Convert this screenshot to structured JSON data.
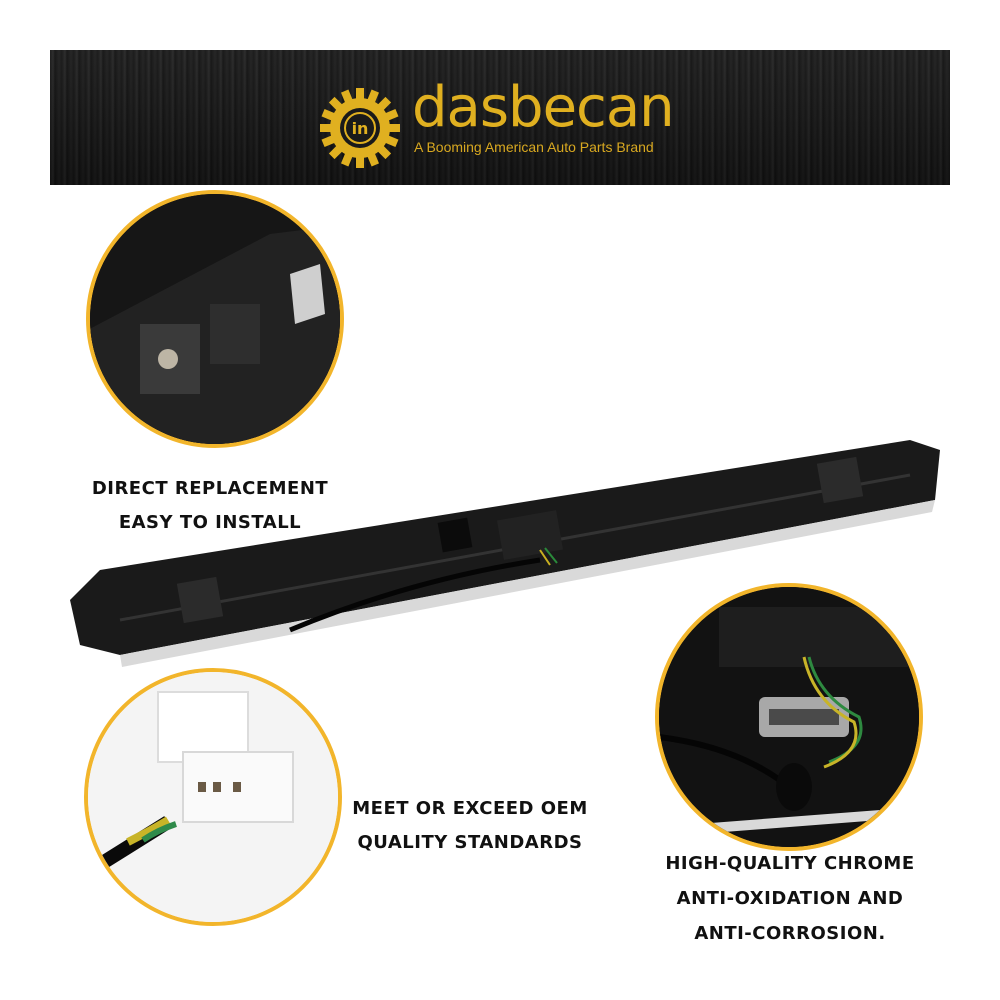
{
  "brand": {
    "name": "dasbecan",
    "tagline": "A Booming American Auto Parts Brand",
    "gear_text": "in",
    "accent_color": "#e0b020"
  },
  "features": {
    "direct": {
      "line1": "DIRECT REPLACEMENT",
      "line2": "EASY TO INSTALL"
    },
    "quality": {
      "line1": "MEET OR EXCEED OEM",
      "line2": "QUALITY STANDARDS"
    },
    "chrome": {
      "line1": "HIGH-QUALITY CHROME",
      "line2": "ANTI-OXIDATION AND",
      "line3": "ANTI-CORROSION."
    }
  },
  "colors": {
    "circle_border": "#f2b52b",
    "part": "#111111",
    "chrome": "#d9d9d9"
  }
}
